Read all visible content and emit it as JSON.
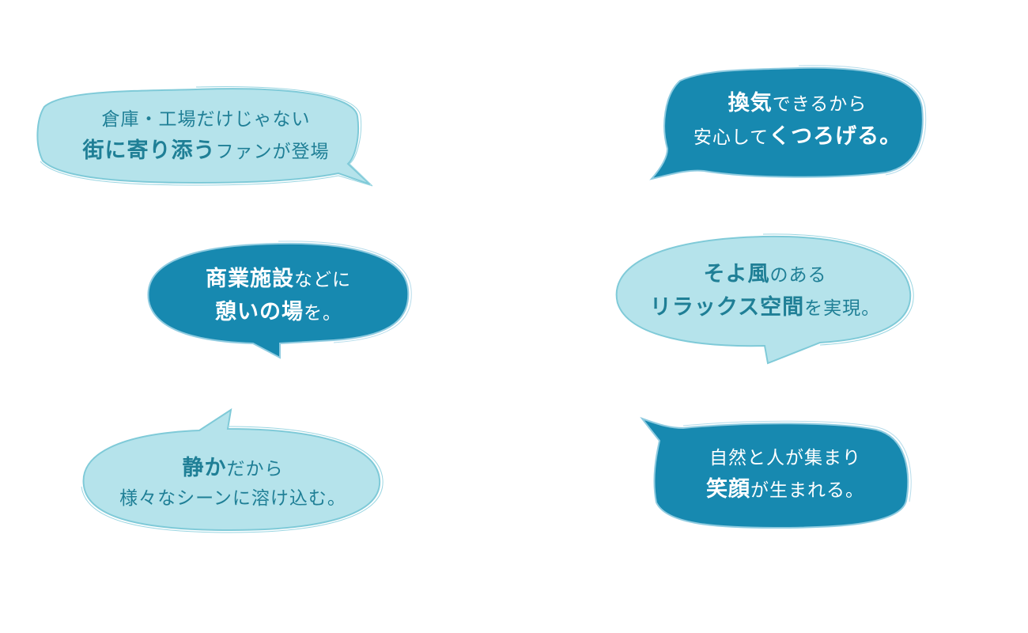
{
  "colors": {
    "light_fill": "#b5e3eb",
    "light_stroke": "#7fcad8",
    "dark_fill": "#1789b0",
    "dark_stroke": "#8fcbe0",
    "light_text": "#1f7f96",
    "dark_text": "#ffffff"
  },
  "bubbles": [
    {
      "style": "light",
      "lines": [
        [
          {
            "text": "倉庫・工場だけじゃない",
            "bold": false
          }
        ],
        [
          {
            "text": "街に寄り添う",
            "bold": true
          },
          {
            "text": "ファンが登場",
            "bold": false
          }
        ]
      ]
    },
    {
      "style": "dark",
      "lines": [
        [
          {
            "text": "換気",
            "bold": true
          },
          {
            "text": "できるから",
            "bold": false
          }
        ],
        [
          {
            "text": "安心して",
            "bold": false
          },
          {
            "text": "くつろげる。",
            "bold": true
          }
        ]
      ]
    },
    {
      "style": "dark",
      "lines": [
        [
          {
            "text": "商業施設",
            "bold": true
          },
          {
            "text": "などに",
            "bold": false
          }
        ],
        [
          {
            "text": "憩いの場",
            "bold": true
          },
          {
            "text": "を。",
            "bold": false
          }
        ]
      ]
    },
    {
      "style": "light",
      "lines": [
        [
          {
            "text": "そよ風",
            "bold": true
          },
          {
            "text": "のある",
            "bold": false
          }
        ],
        [
          {
            "text": "リラックス空間",
            "bold": true
          },
          {
            "text": "を実現。",
            "bold": false
          }
        ]
      ]
    },
    {
      "style": "light",
      "lines": [
        [
          {
            "text": "静か",
            "bold": true
          },
          {
            "text": "だから",
            "bold": false
          }
        ],
        [
          {
            "text": "様々なシーンに溶け込む。",
            "bold": false
          }
        ]
      ]
    },
    {
      "style": "dark",
      "lines": [
        [
          {
            "text": "自然と人が集まり",
            "bold": false
          }
        ],
        [
          {
            "text": "笑顔",
            "bold": true
          },
          {
            "text": "が生まれる。",
            "bold": false
          }
        ]
      ]
    }
  ]
}
